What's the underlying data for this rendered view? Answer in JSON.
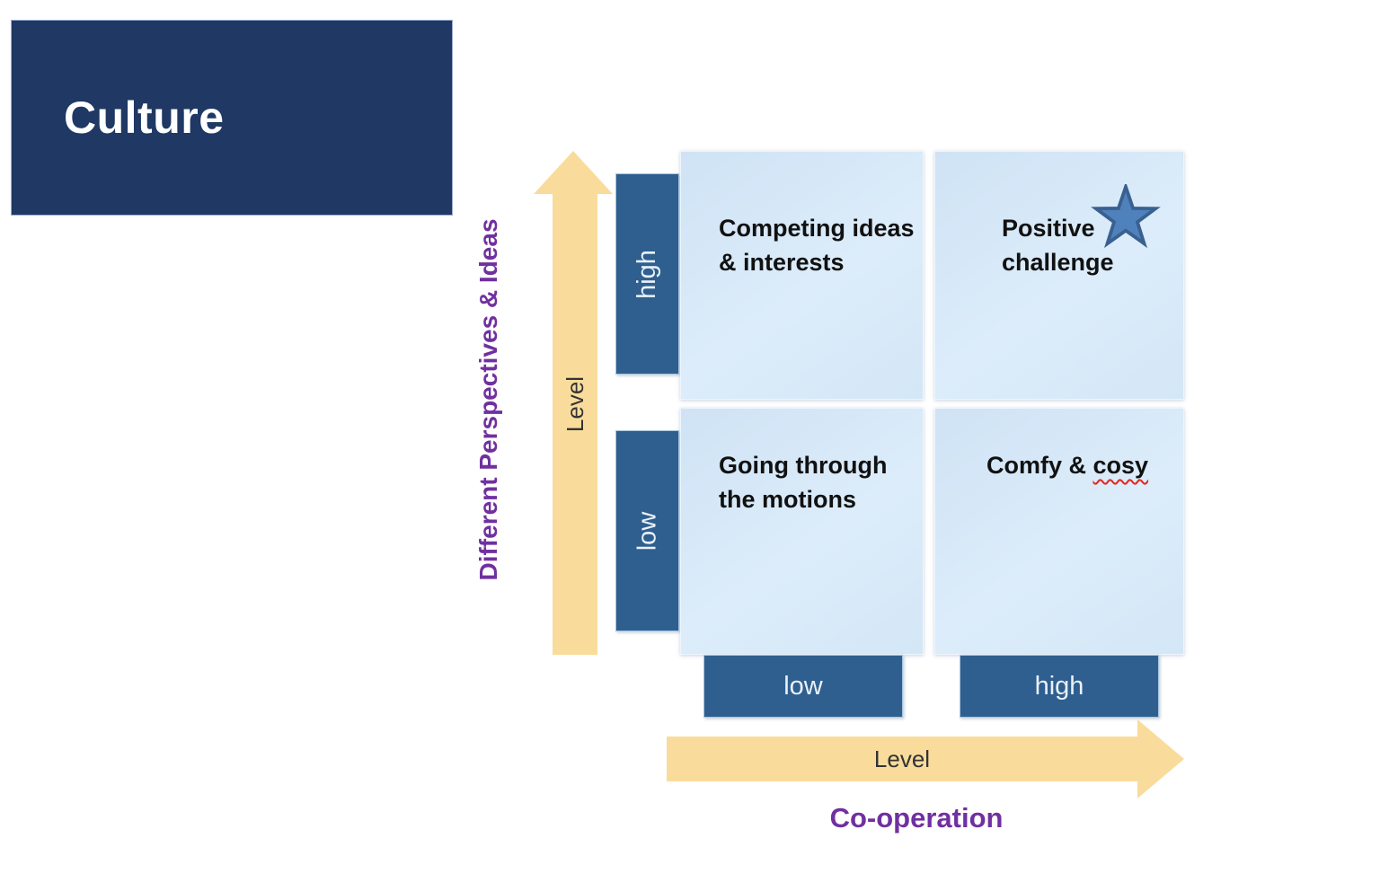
{
  "slide": {
    "title": "Culture"
  },
  "matrix": {
    "quadrants": {
      "top_left": {
        "line1": "Competing ideas",
        "line2": "& interests"
      },
      "top_right": {
        "line1": "Positive",
        "line2": "challenge",
        "marker": "star"
      },
      "bottom_left": {
        "line1": "Going through",
        "line2": "the motions"
      },
      "bottom_right": {
        "text_prefix": "Comfy & ",
        "misspelled_word": "cosy"
      }
    }
  },
  "y_axis": {
    "title": "Different Perspectives & Ideas",
    "arrow_label": "Level",
    "tick_high": "high",
    "tick_low": "low"
  },
  "x_axis": {
    "title": "Co-operation",
    "arrow_label": "Level",
    "tick_low": "low",
    "tick_high": "high"
  },
  "colors": {
    "title_bar_bg": "#1f3864",
    "tick_box_bg": "#2f5f8f",
    "quadrant_bg": "#d8e9f8",
    "arrow_yellow": "#f9dc9c",
    "axis_title_purple": "#7030a0",
    "quadrant_text": "#111111",
    "star_fill": "#4f81bd",
    "star_border": "#3a6090",
    "spellcheck_underline": "#e0281e"
  }
}
